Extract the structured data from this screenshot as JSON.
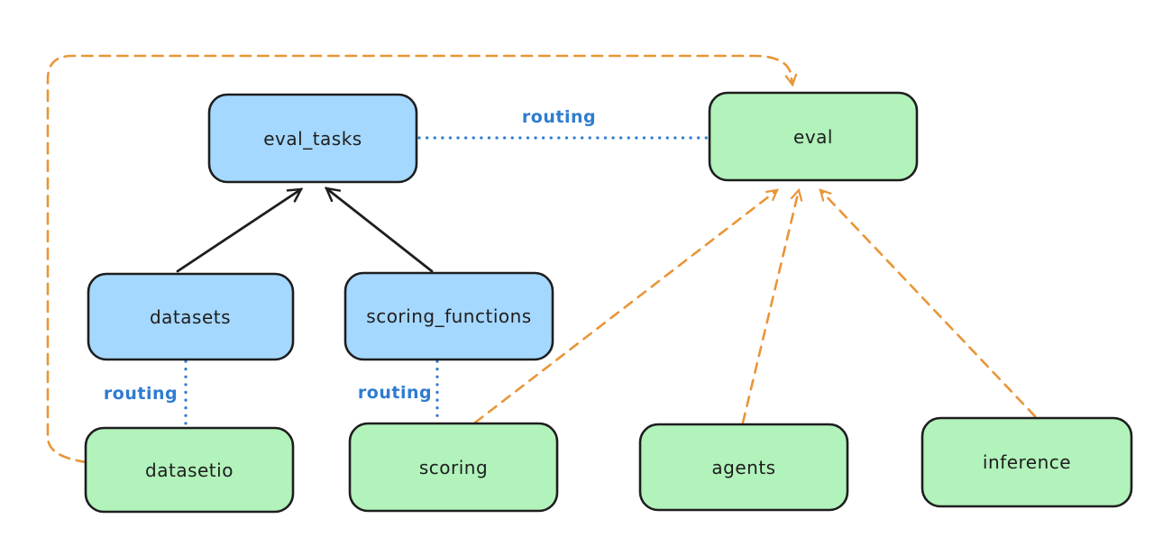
{
  "diagram": {
    "nodes": {
      "eval_tasks": {
        "label": "eval_tasks",
        "fill": "#a5d8ff"
      },
      "eval": {
        "label": "eval",
        "fill": "#b2f2bb"
      },
      "datasets": {
        "label": "datasets",
        "fill": "#a5d8ff"
      },
      "scoring_functions": {
        "label": "scoring_functions",
        "fill": "#a5d8ff"
      },
      "datasetio": {
        "label": "datasetio",
        "fill": "#b2f2bb"
      },
      "scoring": {
        "label": "scoring",
        "fill": "#b2f2bb"
      },
      "agents": {
        "label": "agents",
        "fill": "#b2f2bb"
      },
      "inference": {
        "label": "inference",
        "fill": "#b2f2bb"
      }
    },
    "edge_labels": {
      "eval_tasks_eval": "routing",
      "datasets_datasetio": "routing",
      "scoring_functions_scoring": "routing"
    },
    "colors": {
      "background": "#ffffff",
      "node_stroke": "#1e1e1e",
      "blue_fill": "#a5d8ff",
      "green_fill": "#b2f2bb",
      "solid_arrow": "#1e1e1e",
      "routing_blue": "#2f7cd0",
      "provider_orange": "#e99537"
    }
  }
}
